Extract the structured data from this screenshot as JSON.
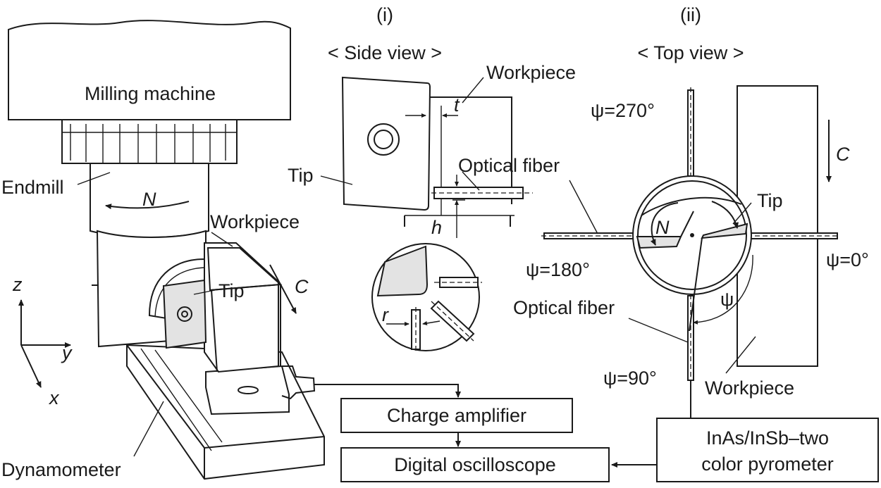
{
  "left": {
    "milling_machine": "Milling machine",
    "endmill": "Endmill",
    "rotation": "N",
    "workpiece": "Workpiece",
    "tip": "Tip",
    "feed": "C",
    "dynamometer": "Dynamometer",
    "axes": {
      "z": "z",
      "y": "y",
      "x": "x"
    }
  },
  "side_view": {
    "index": "(i)",
    "title": "< Side view >",
    "workpiece": "Workpiece",
    "t_label": "t",
    "tip": "Tip",
    "optical_fiber": "Optical fiber",
    "h_label": "h",
    "r_label": "r"
  },
  "top_view": {
    "index": "(ii)",
    "title": "< Top view >",
    "psi_270": "ψ=270°",
    "psi_180": "ψ=180°",
    "psi_0": "ψ=0°",
    "psi_90": "ψ=90°",
    "psi": "ψ",
    "feed": "C",
    "tip": "Tip",
    "rotation": "N",
    "optical_fiber": "Optical fiber",
    "workpiece": "Workpiece"
  },
  "boxes": {
    "charge_amplifier": "Charge amplifier",
    "digital_oscilloscope": "Digital oscilloscope",
    "pyrometer_line1": "InAs/InSb–two",
    "pyrometer_line2": "color pyrometer"
  }
}
